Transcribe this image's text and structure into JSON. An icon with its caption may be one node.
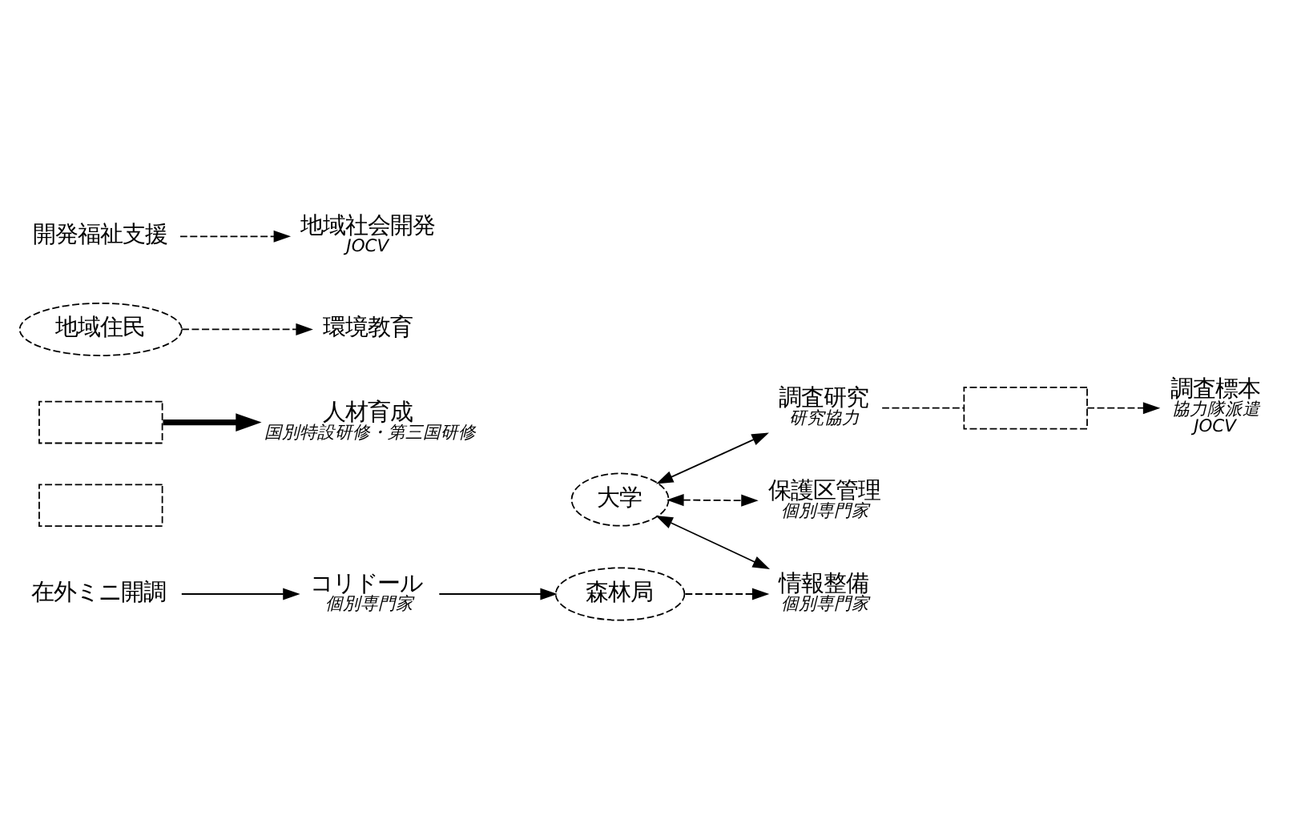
{
  "diagram": {
    "nodes": [
      {
        "text": [
          "大学"
        ]
      },
      {
        "text": [
          "調査研究"
        ],
        "beside": [
          "研究協力"
        ]
      },
      {
        "text": [
          "保護区管理"
        ],
        "beside": [
          "個別専門家"
        ]
      },
      {
        "text": [
          "情報整備"
        ],
        "beside": [
          "個別専門家"
        ]
      },
      {
        "text": [],
        "shape": "box"
      },
      {
        "text": [],
        "shape": "box"
      },
      {
        "text": [],
        "shape": "box"
      },
      {
        "text": [
          "調査標本"
        ],
        "beside": [
          "協力隊派遣",
          "JOCV"
        ]
      },
      {
        "text": [
          "環境教育"
        ]
      },
      {
        "text": [
          "地域社会開発"
        ],
        "beside": [
          "JOCV"
        ]
      },
      {
        "text": [
          "森林局"
        ]
      },
      {
        "text": [
          "コリドール"
        ],
        "beside": [
          "個別専門家"
        ]
      },
      {
        "text": [
          "在外ミニ開調"
        ]
      },
      {
        "text": [
          "地域住民"
        ]
      },
      {
        "text": [
          "人材育成"
        ],
        "beside": [
          "国別特設研修・第三国研修"
        ]
      },
      {
        "text": [
          "開発福祉支援"
        ]
      }
    ],
    "edges": [
      {
        "from": 0,
        "to": 1,
        "arrow": "both"
      },
      {
        "from": 0,
        "to": 2,
        "arrow": "both",
        "style": "dashed"
      },
      {
        "from": 0,
        "to": 3,
        "arrow": "both"
      },
      {
        "from": 1,
        "to": 4,
        "arrow": "none",
        "style": "dashed"
      },
      {
        "from": 4,
        "to": 7,
        "arrow": "to",
        "style": "dashed"
      },
      {
        "from": 10,
        "to": 3,
        "arrow": "to",
        "style": "dashed"
      },
      {
        "from": 11,
        "to": 10,
        "arrow": "to"
      },
      {
        "from": 12,
        "to": 11,
        "arrow": "to"
      },
      {
        "from": 6,
        "to": 14,
        "arrow": "to",
        "style": "thick"
      },
      {
        "from": 13,
        "to": 8,
        "arrow": "to",
        "style": "dashed"
      },
      {
        "from": 15,
        "to": 9,
        "arrow": "to",
        "style": "dashed"
      }
    ]
  }
}
